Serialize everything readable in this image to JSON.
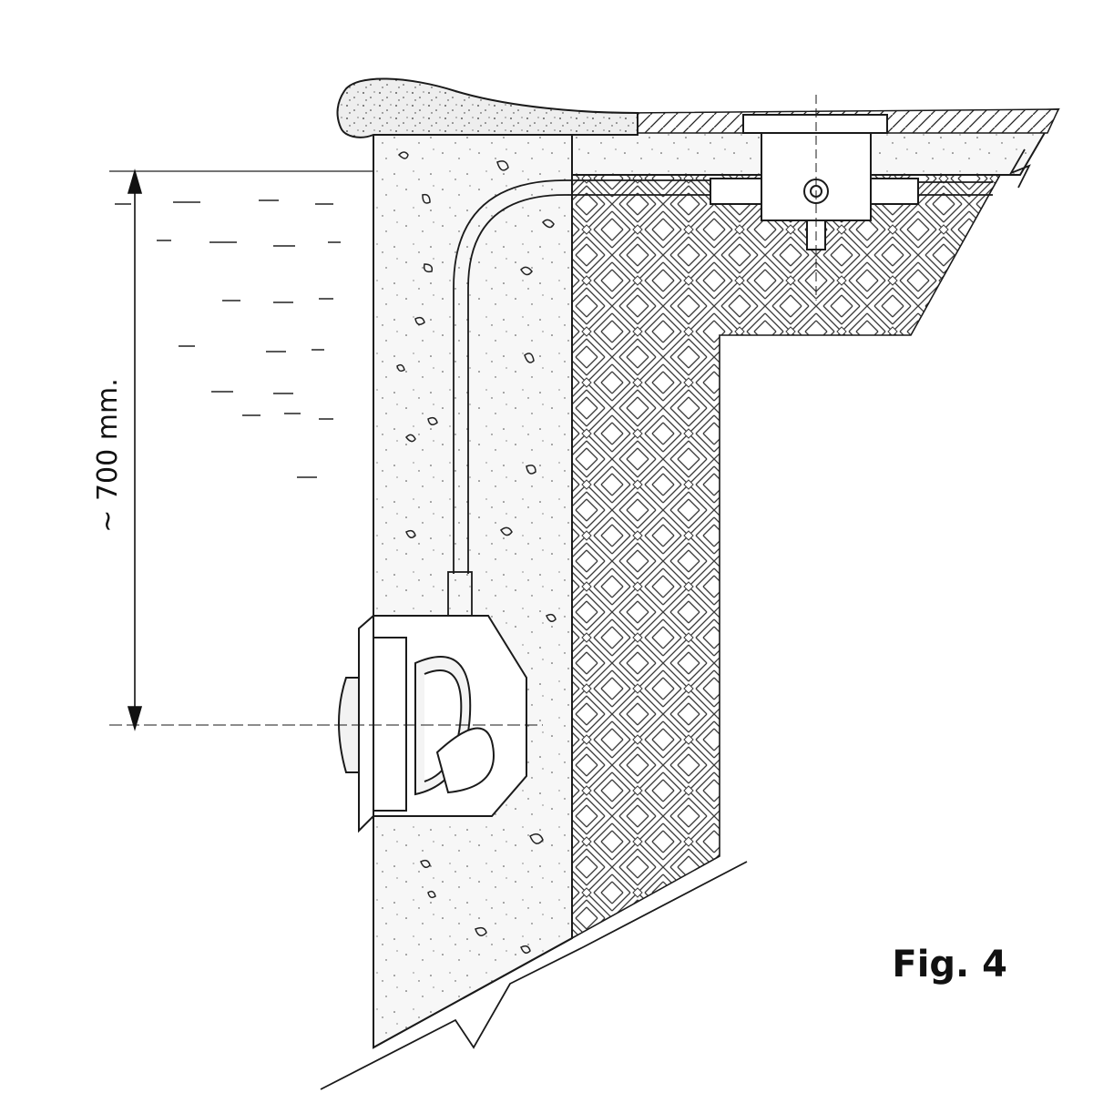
{
  "figure": {
    "label": "Fig. 4"
  },
  "dimension": {
    "text": "~ 700 mm.",
    "value": 700,
    "unit": "mm"
  },
  "colors": {
    "line": "#1a1a1a",
    "paper": "#ffffff",
    "concrete": "#f6f6f6",
    "soil_hatch": "#3a3a3a",
    "water_dash": "#222222",
    "coping": "#ededed"
  },
  "components": [
    "coping-stone",
    "concrete-wall",
    "hatched-soil",
    "pool-water",
    "underwater-light",
    "cable-conduit",
    "junction-box",
    "dimension-line"
  ]
}
